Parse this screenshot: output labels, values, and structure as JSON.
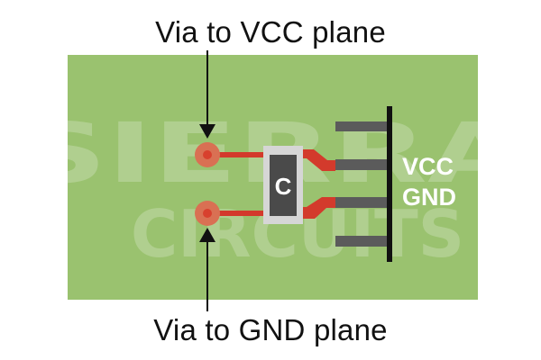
{
  "labels": {
    "top": "Via to VCC plane",
    "bottom": "Via to GND plane"
  },
  "component": {
    "designator": "C"
  },
  "pins": {
    "vcc": "VCC",
    "gnd": "GND"
  },
  "watermark": {
    "line1": "SIERRA",
    "line2": "CIRCUITS"
  },
  "colors": {
    "board": "#9ac26f",
    "trace": "#d33a2c",
    "via_pad": "#d97053",
    "via_center": "#d8402e",
    "component_body": "#4a4a4a",
    "component_outline": "#d6d6d6",
    "header_pins": "#5b5b5b",
    "header_bar": "#111111",
    "text": "#111111",
    "pin_text": "#ffffff",
    "watermark": "#c8c8c8"
  }
}
